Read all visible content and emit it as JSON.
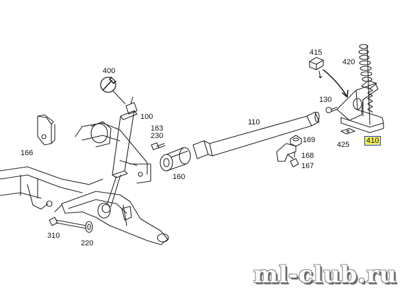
{
  "watermark": "ml-club.ru",
  "highlight_color": "#f2ef5a",
  "highlight_border": "#1e3fd0",
  "parts": [
    {
      "id": "p400",
      "label": "400"
    },
    {
      "id": "p100",
      "label": "100"
    },
    {
      "id": "p163",
      "label": "163"
    },
    {
      "id": "p230",
      "label": "230"
    },
    {
      "id": "p166",
      "label": "166"
    },
    {
      "id": "p160",
      "label": "160"
    },
    {
      "id": "p110",
      "label": "110"
    },
    {
      "id": "p130",
      "label": "130"
    },
    {
      "id": "p415",
      "label": "415"
    },
    {
      "id": "p420",
      "label": "420"
    },
    {
      "id": "p169",
      "label": "169"
    },
    {
      "id": "p168",
      "label": "168"
    },
    {
      "id": "p167",
      "label": "167"
    },
    {
      "id": "p425",
      "label": "425"
    },
    {
      "id": "p410",
      "label": "410",
      "highlighted": true
    },
    {
      "id": "p310",
      "label": "310"
    },
    {
      "id": "p220",
      "label": "220"
    }
  ],
  "icons": [
    "wrench-icon"
  ]
}
